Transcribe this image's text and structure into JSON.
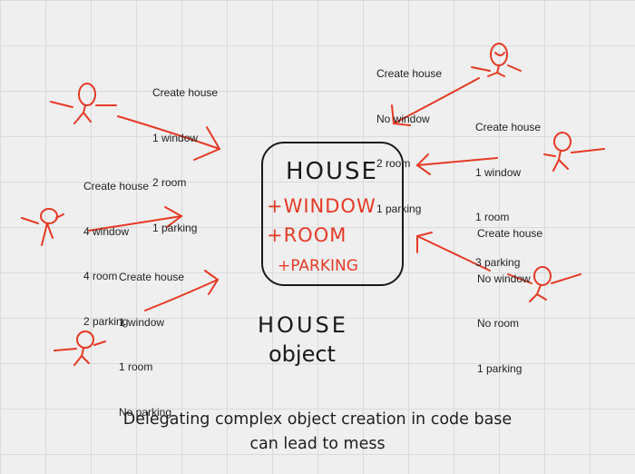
{
  "notes": [
    {
      "id": "top-left",
      "lines": [
        "Create house",
        "1 window",
        "2 room",
        "1 parking"
      ]
    },
    {
      "id": "mid-left",
      "lines": [
        "Create house",
        "4 window",
        "4 room",
        "2 parking"
      ]
    },
    {
      "id": "low-left",
      "lines": [
        "Create house",
        "1 window",
        "1 room",
        "No parking"
      ]
    },
    {
      "id": "top-right",
      "lines": [
        "Create house",
        "No window",
        "2 room",
        "1 parking"
      ]
    },
    {
      "id": "mid-right",
      "lines": [
        "Create house",
        "1 window",
        "1 room",
        "3 parking"
      ]
    },
    {
      "id": "low-right",
      "lines": [
        "Create house",
        "No window",
        "No room",
        "1 parking"
      ]
    }
  ],
  "house_box": {
    "title": "HOUSE",
    "items": [
      "+WINDOW",
      "+ROOM",
      "+PARKING"
    ]
  },
  "house_object_label": [
    "HOUSE",
    "object"
  ],
  "caption": [
    "Delegating complex object creation in code base",
    "can lead to mess"
  ],
  "colors": {
    "ink": "#1a1a1a",
    "accent": "#e53a25",
    "grid": "#dadada",
    "background": "#efefef"
  },
  "icons": [
    "stick-figure-icon",
    "arrow-icon"
  ]
}
